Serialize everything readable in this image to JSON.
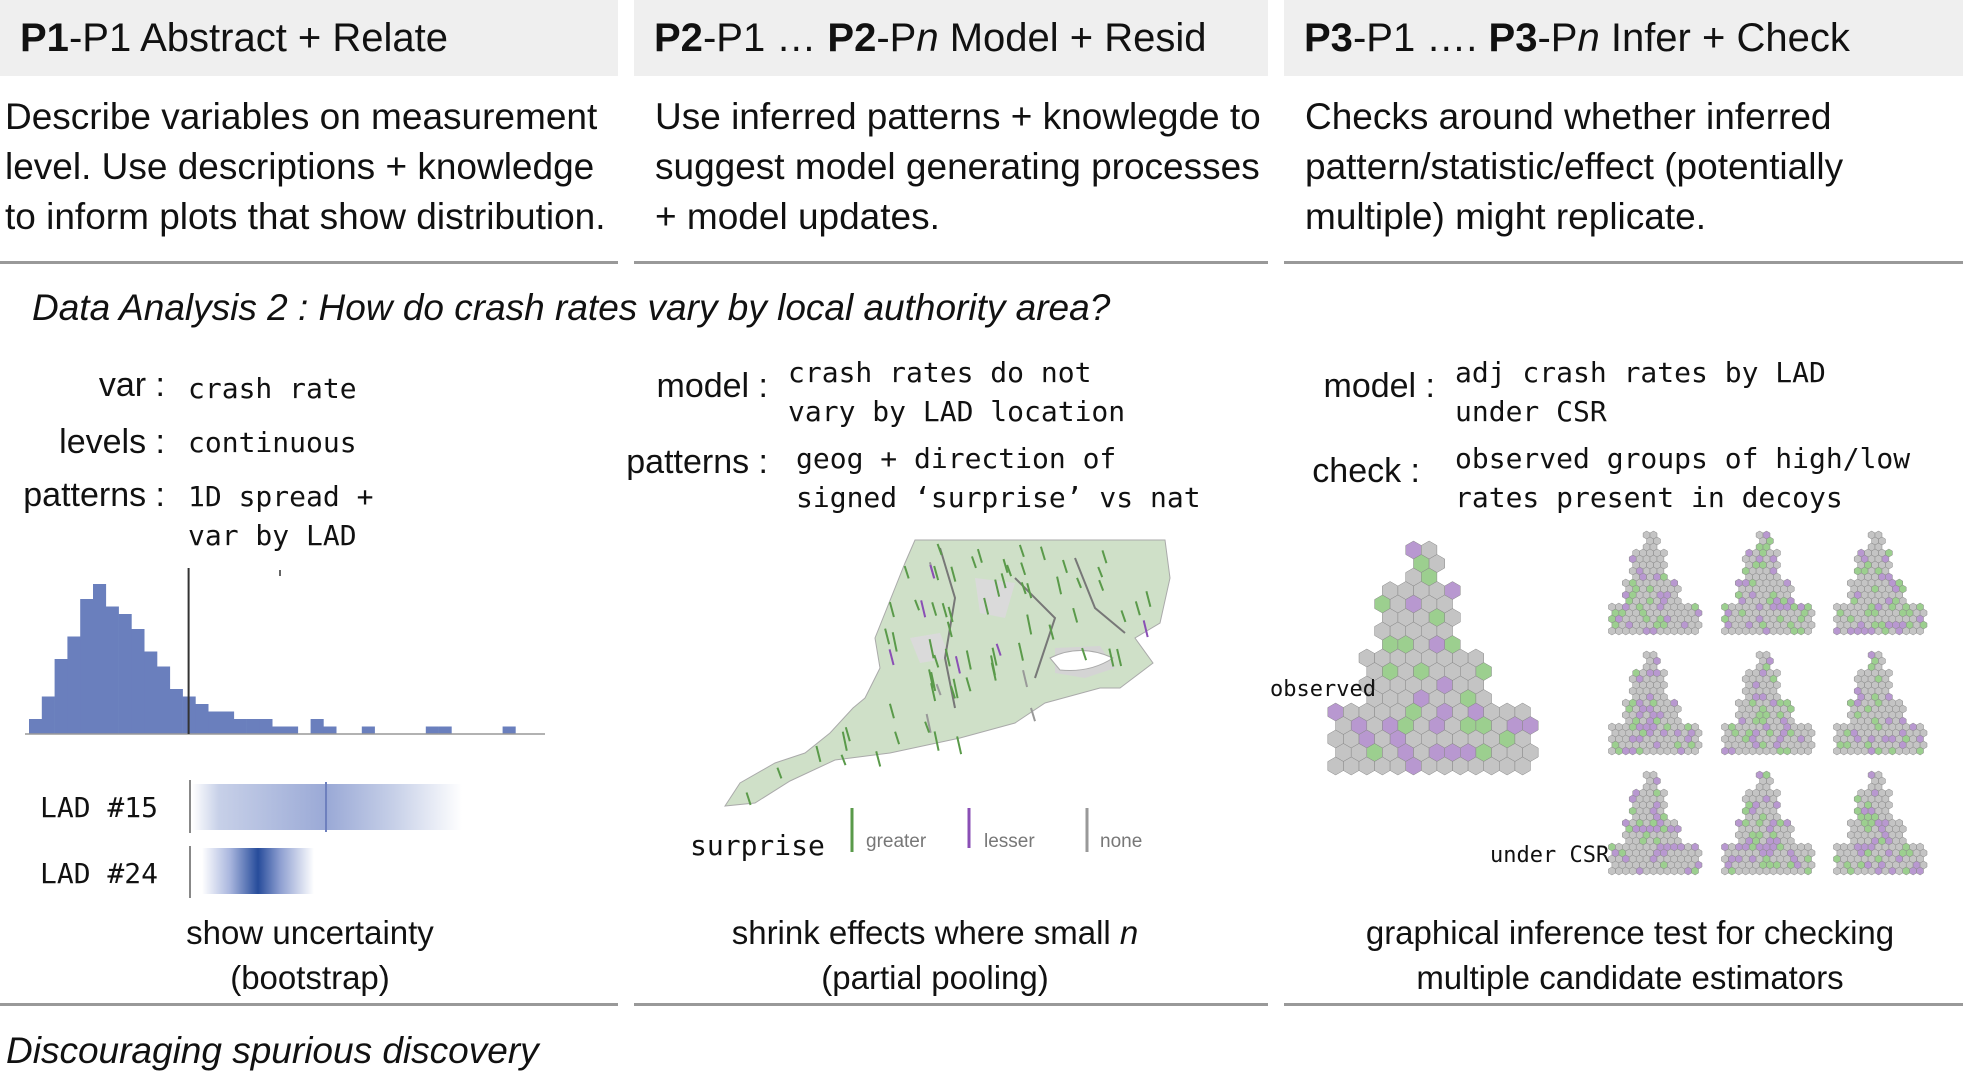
{
  "columns": [
    {
      "head_bold": "P1",
      "head_rest": "-P1 Abstract + Relate",
      "desc": "Describe variables on measurement level. Use descriptions + knowledge to inform plots that show distribution."
    },
    {
      "head_bold": "P2",
      "head_mid": "-P1 … ",
      "head_bold2": "P2",
      "head_rest": "-P",
      "head_italic": "n",
      "head_tail": " Model + Resid",
      "desc": "Use inferred patterns + knowlegde to suggest model generating processes + model updates."
    },
    {
      "head_bold": "P3",
      "head_mid": "-P1 …. ",
      "head_bold2": "P3",
      "head_rest": "-P",
      "head_italic": "n",
      "head_tail": "  Infer + Check",
      "desc": "Checks around whether inferred pattern/statistic/effect (potentially multiple) might replicate."
    }
  ],
  "section_title": "Data Analysis 2 : How do crash rates vary by local authority area?",
  "footer_title": "Discouraging spurious discovery",
  "p1": {
    "var_label": "var :",
    "var_value": "crash rate",
    "levels_label": "levels :",
    "levels_value": "continuous",
    "patterns_label": "patterns :",
    "patterns_value": "1D spread +\nvar by LAD",
    "lad_a": "LAD #15",
    "lad_b": "LAD #24",
    "caption_1": "show uncertainty",
    "caption_2": "(bootstrap)"
  },
  "p2": {
    "model_label": "model :",
    "model_value": "crash rates do not\nvary by LAD location",
    "patterns_label": "patterns :",
    "patterns_value": "geog + direction of\nsigned ‘surprise’ vs nat",
    "legend_title": "surprise",
    "legend_greater": "greater",
    "legend_lesser": "lesser",
    "legend_none": "none",
    "caption_1_pre": "shrink effects where small ",
    "caption_1_italic": "n",
    "caption_2": "(partial pooling)"
  },
  "p3": {
    "model_label": "model :",
    "model_value": "adj crash rates by LAD\nunder CSR",
    "check_label": "check :",
    "check_value": "observed groups of high/low\nrates present in decoys",
    "observed_label": "observed",
    "csr_label": "under CSR",
    "caption_1": "graphical inference test for checking",
    "caption_2": "multiple candidate estimators"
  },
  "colors": {
    "hist": "#6a7fbd",
    "green": "#5a9a4a",
    "purple": "#8a4fb5",
    "grey": "#999999",
    "land": "#cfe0c8",
    "hex_grey": "#c4c4c4"
  },
  "chart_data": {
    "type": "bar",
    "values": [
      2,
      5,
      10,
      13,
      18,
      20,
      17,
      16,
      14,
      11,
      9,
      6,
      5,
      4,
      3,
      3,
      2,
      2,
      2,
      1,
      1,
      0,
      2,
      1,
      0,
      0,
      1,
      0,
      0,
      0,
      0,
      1,
      1,
      0,
      0,
      0,
      0,
      1
    ],
    "marker_index": 12
  }
}
